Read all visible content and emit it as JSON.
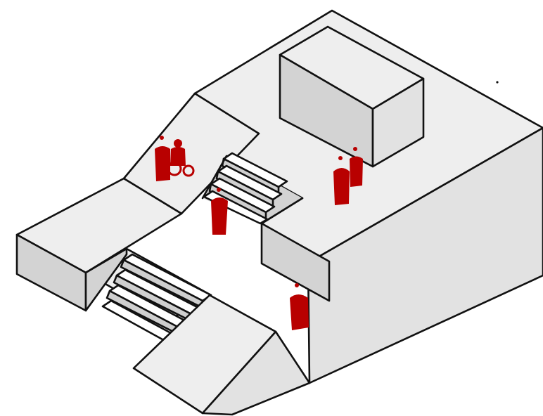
{
  "diagram": {
    "type": "isometric-sketch",
    "title": "",
    "colors": {
      "outline": "#111111",
      "top_surface": "#eeeeee",
      "side_surface": "#d3d3d3",
      "step_riser": "#ffffff",
      "step_tread": "#cfcfcf",
      "people": "#b80000",
      "background": "#ffffff"
    },
    "elements": [
      {
        "name": "building-block",
        "kind": "box"
      },
      {
        "name": "upper-platform",
        "kind": "platform"
      },
      {
        "name": "upper-ramp",
        "kind": "ramp"
      },
      {
        "name": "upper-stairs",
        "kind": "stairs",
        "steps": 4
      },
      {
        "name": "lower-stairs",
        "kind": "stairs",
        "steps": 4
      },
      {
        "name": "lower-ramp",
        "kind": "ramp"
      },
      {
        "name": "left-block",
        "kind": "box"
      }
    ],
    "people": [
      {
        "name": "wheelchair-user-figure",
        "kind": "wheelchair-user",
        "location": "upper-ramp"
      },
      {
        "name": "person-on-ramp-figure",
        "kind": "standing",
        "location": "upper-ramp"
      },
      {
        "name": "person-on-stairs-figure",
        "kind": "standing",
        "location": "upper-stairs"
      },
      {
        "name": "person-platform-front-figure",
        "kind": "standing",
        "location": "upper-platform"
      },
      {
        "name": "person-platform-back-figure",
        "kind": "standing",
        "location": "upper-platform"
      },
      {
        "name": "person-lower-level-figure",
        "kind": "standing",
        "location": "lower-level"
      }
    ]
  }
}
